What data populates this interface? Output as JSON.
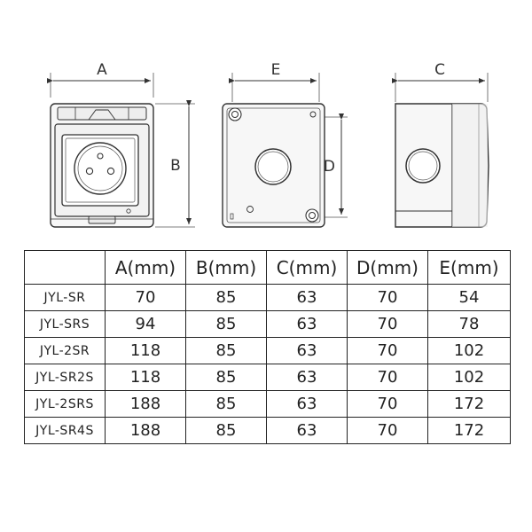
{
  "drawing": {
    "front_view": {
      "dim_width_label": "A",
      "dim_height_label": "B"
    },
    "back_view": {
      "dim_width_label": "E",
      "dim_height_label": "D"
    },
    "side_view": {
      "dim_width_label": "C"
    }
  },
  "table": {
    "headers": [
      "",
      "A(mm)",
      "B(mm)",
      "C(mm)",
      "D(mm)",
      "E(mm)"
    ],
    "rows": [
      {
        "model": "JYL-SR",
        "values": [
          "70",
          "85",
          "63",
          "70",
          "54"
        ]
      },
      {
        "model": "JYL-SRS",
        "values": [
          "94",
          "85",
          "63",
          "70",
          "78"
        ]
      },
      {
        "model": "JYL-2SR",
        "values": [
          "118",
          "85",
          "63",
          "70",
          "102"
        ]
      },
      {
        "model": "JYL-SR2S",
        "values": [
          "118",
          "85",
          "63",
          "70",
          "102"
        ]
      },
      {
        "model": "JYL-2SRS",
        "values": [
          "188",
          "85",
          "63",
          "70",
          "172"
        ]
      },
      {
        "model": "JYL-SR4S",
        "values": [
          "188",
          "85",
          "63",
          "70",
          "172"
        ]
      }
    ]
  },
  "colors": {
    "line": "#333333",
    "body_fill": "#f7f7f7",
    "shade": "#e4e4e4"
  }
}
